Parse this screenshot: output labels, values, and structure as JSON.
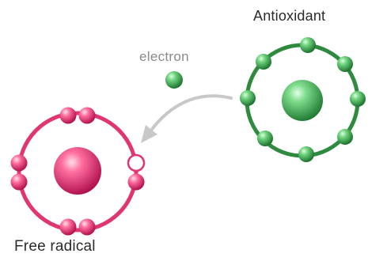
{
  "labels": {
    "antioxidant": "Antioxidant",
    "electron": "electron",
    "free_radical": "Free radical"
  },
  "colors": {
    "antioxidant_ring": "#2e8a3e",
    "antioxidant_light": "#7fdc8c",
    "antioxidant_dark": "#1f7a33",
    "radical_ring": "#e0356f",
    "radical_light": "#ff8fb4",
    "radical_dark": "#c2185b",
    "arrow": "#c8c8c8"
  }
}
